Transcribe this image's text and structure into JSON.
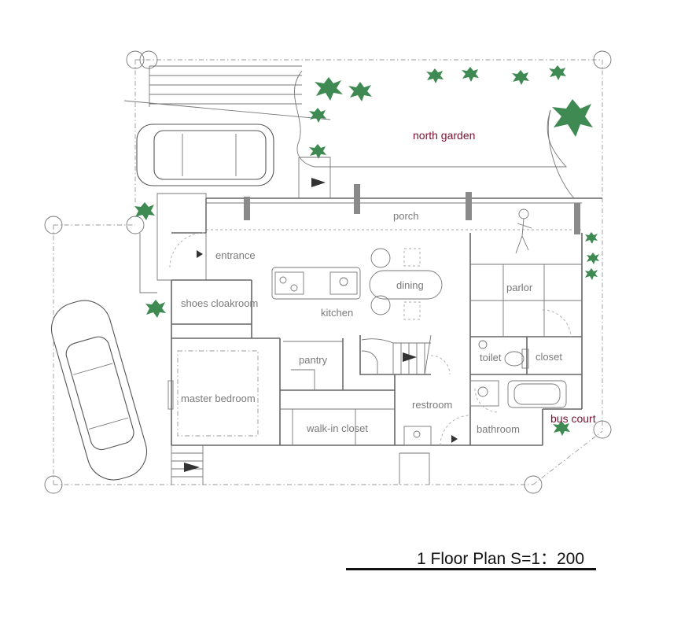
{
  "plan": {
    "labels": {
      "north_garden": "north garden",
      "porch": "porch",
      "entrance": "entrance",
      "dining": "dining",
      "parlor": "parlor",
      "shoes_cloakroom": "shoes cloakroom",
      "kitchen": "kitchen",
      "pantry": "pantry",
      "toilet": "toilet",
      "closet": "closet",
      "master_bedroom": "master bedroom",
      "restroom": "restroom",
      "walk_in_closet": "walk-in closet",
      "bathroom": "bathroom",
      "bus_court": "bus court"
    },
    "title": "1 Floor Plan S=1：200"
  },
  "colors": {
    "tree": "#3f8a53",
    "garden_label": "#7a1030",
    "wall": "#666666"
  },
  "icons": [
    "tree-icon",
    "car-icon",
    "arrow-icon",
    "toilet-icon",
    "bathtub-icon",
    "sink-icon",
    "stove-icon",
    "chair-icon"
  ]
}
